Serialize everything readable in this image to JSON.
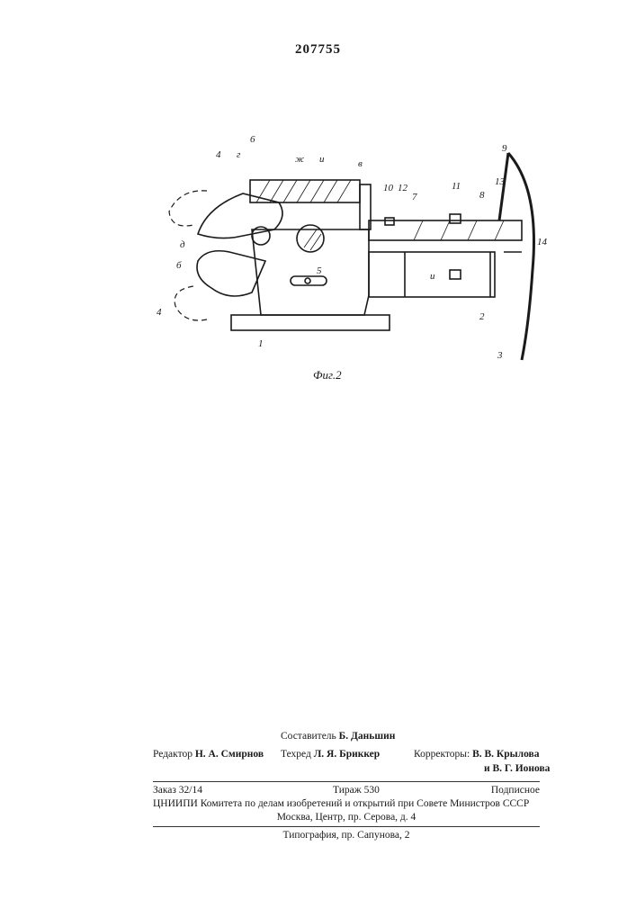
{
  "patent_number": "207755",
  "figure": {
    "caption": "Фиг.2",
    "labels": [
      "6",
      "ж",
      "и",
      "в",
      "4",
      "г",
      "10",
      "12",
      "7",
      "11",
      "8",
      "13",
      "9",
      "д",
      "б",
      "5",
      "и",
      "14",
      "4",
      "2",
      "1",
      "3"
    ]
  },
  "credits": {
    "compiler_label": "Составитель",
    "compiler_name": "Б. Даньшин",
    "editor_label": "Редактор",
    "editor_name": "Н. А. Смирнов",
    "techred_label": "Техред",
    "techred_name": "Л. Я. Бриккер",
    "correctors_label": "Корректоры:",
    "corrector_1": "В. В. Крылова",
    "corrector_2": "и В. Г. Ионова"
  },
  "imprint": {
    "order": "Заказ 32/14",
    "circulation": "Тираж 530",
    "subscription": "Подписное",
    "institute": "ЦНИИПИ Комитета по делам изобретений и открытий при Совете Министров СССР",
    "address": "Москва, Центр, пр. Серова, д. 4",
    "printing": "Типография, пр. Сапунова, 2"
  }
}
